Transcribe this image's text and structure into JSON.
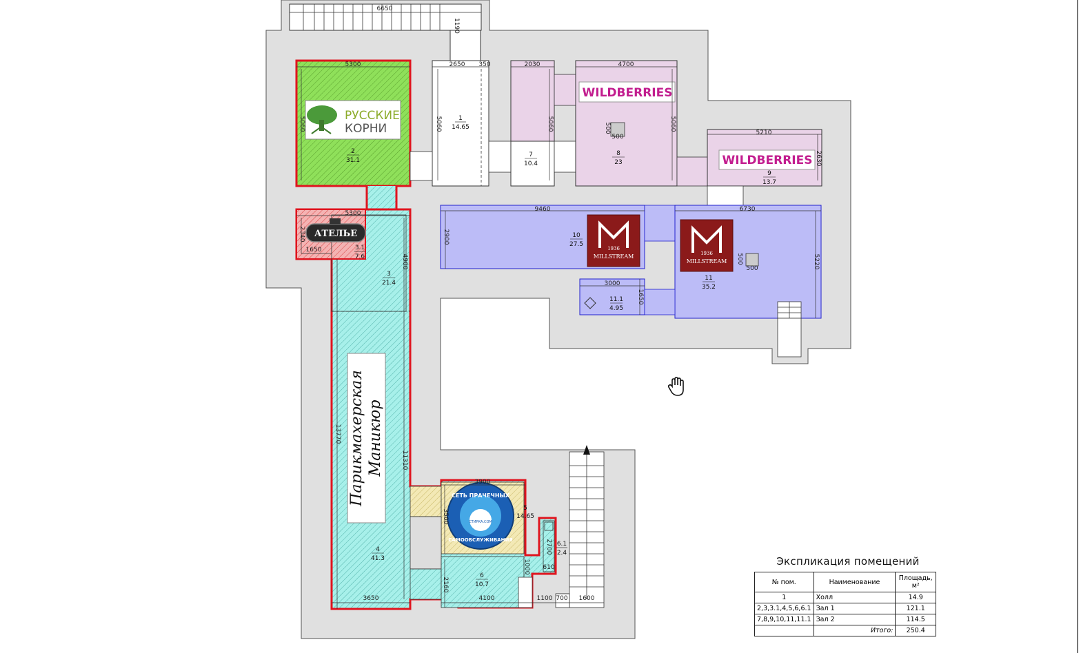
{
  "tenants": {
    "russkie_korni_line1": "РУССКИЕ",
    "russkie_korni_line2": "КОРНИ",
    "atelier": "АТЕЛЬЕ",
    "wildberries": "WILDBERRIES",
    "millstream_year": "1936",
    "millstream_name": "MILLSTREAM",
    "salon_line1": "Парикмахерская",
    "salon_line2": "Маникюр",
    "laundry_top": "СЕТЬ ПРАЧЕЧНЫХ",
    "laundry_bottom": "САМООБСЛУЖИВАНИЯ",
    "laundry_small": "СТИРКА.COM"
  },
  "rooms": [
    {
      "num": "1",
      "area": "14.65"
    },
    {
      "num": "2",
      "area": "31.1"
    },
    {
      "num": "3",
      "area": "21.4"
    },
    {
      "num": "3.1",
      "area": "7.6"
    },
    {
      "num": "4",
      "area": "41.3"
    },
    {
      "num": "5",
      "area": "14.65"
    },
    {
      "num": "6",
      "area": "10.7"
    },
    {
      "num": "6.1",
      "area": "2.4"
    },
    {
      "num": "7",
      "area": "10.4"
    },
    {
      "num": "8",
      "area": "23"
    },
    {
      "num": "9",
      "area": "13.7"
    },
    {
      "num": "10",
      "area": "27.5"
    },
    {
      "num": "11",
      "area": "35.2"
    },
    {
      "num": "11.1",
      "area": "4.95"
    }
  ],
  "dims": {
    "d6650": "6650",
    "d1190": "1190",
    "d5300a": "5300",
    "d5060a": "5060",
    "d2650": "2650",
    "d350": "350",
    "d5060b": "5060",
    "d2030": "2030",
    "d5060c": "5060",
    "d4700": "4700",
    "d5060d": "5060",
    "d500a": "500",
    "d500b": "500",
    "d5210": "5210",
    "d2630": "2630",
    "d5300b": "5300",
    "d2340": "2340",
    "d1650a": "1650",
    "d4900": "4900",
    "d9460": "9460",
    "d2900": "2900",
    "d6730": "6730",
    "d5220": "5220",
    "d3000": "3000",
    "d1650b": "1650",
    "d500c": "500",
    "d500d": "500",
    "d13770": "13770",
    "d11310": "11310",
    "d3900": "3900",
    "d3500": "3500",
    "d2700": "2700",
    "d1000": "1000",
    "d610": "610",
    "d2160": "2160",
    "d3650": "3650",
    "d4100": "4100",
    "d1100": "1100",
    "d700": "700",
    "d1600": "1600"
  },
  "explication": {
    "title": "Экспликация помещений",
    "headers": [
      "№ пом.",
      "Наименование",
      "Площадь, м²"
    ],
    "rows": [
      [
        "1",
        "Холл",
        "14.9"
      ],
      [
        "2,3,3.1,4,5,6,6.1",
        "Зал 1",
        "121.1"
      ],
      [
        "7,8,9,10,11,11.1",
        "Зал 2",
        "114.5"
      ]
    ],
    "total_label": "Итого:",
    "total_value": "250.4"
  },
  "colors": {
    "wall_gray": "#e0e0e0",
    "red_zone": "#e0141e",
    "green_room": "#8fe05a",
    "cyan_room": "#a7f0ea",
    "pink_room": "#ead3e8",
    "blue_room": "#bcbcf7",
    "yellow_room": "#f3e9b5",
    "wildberries": "#c21d8f",
    "millstream": "#8b1a1a"
  },
  "cursor": {
    "icon": "hand-cursor-icon"
  }
}
